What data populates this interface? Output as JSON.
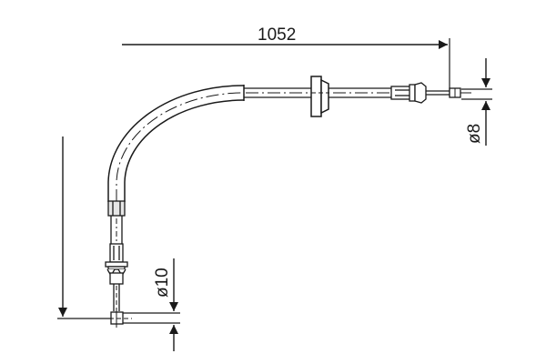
{
  "drawing": {
    "type": "brake cable technical drawing",
    "line_color": "#1a1a1a",
    "background": "#ffffff"
  },
  "dimensions": {
    "length": {
      "label": "1052",
      "orientation": "horizontal"
    },
    "diameter_right": {
      "label": "ø8",
      "orientation": "vertical"
    },
    "diameter_left": {
      "label": "ø10",
      "orientation": "vertical"
    }
  },
  "icons": {
    "arrow": "arrowhead-icon"
  }
}
